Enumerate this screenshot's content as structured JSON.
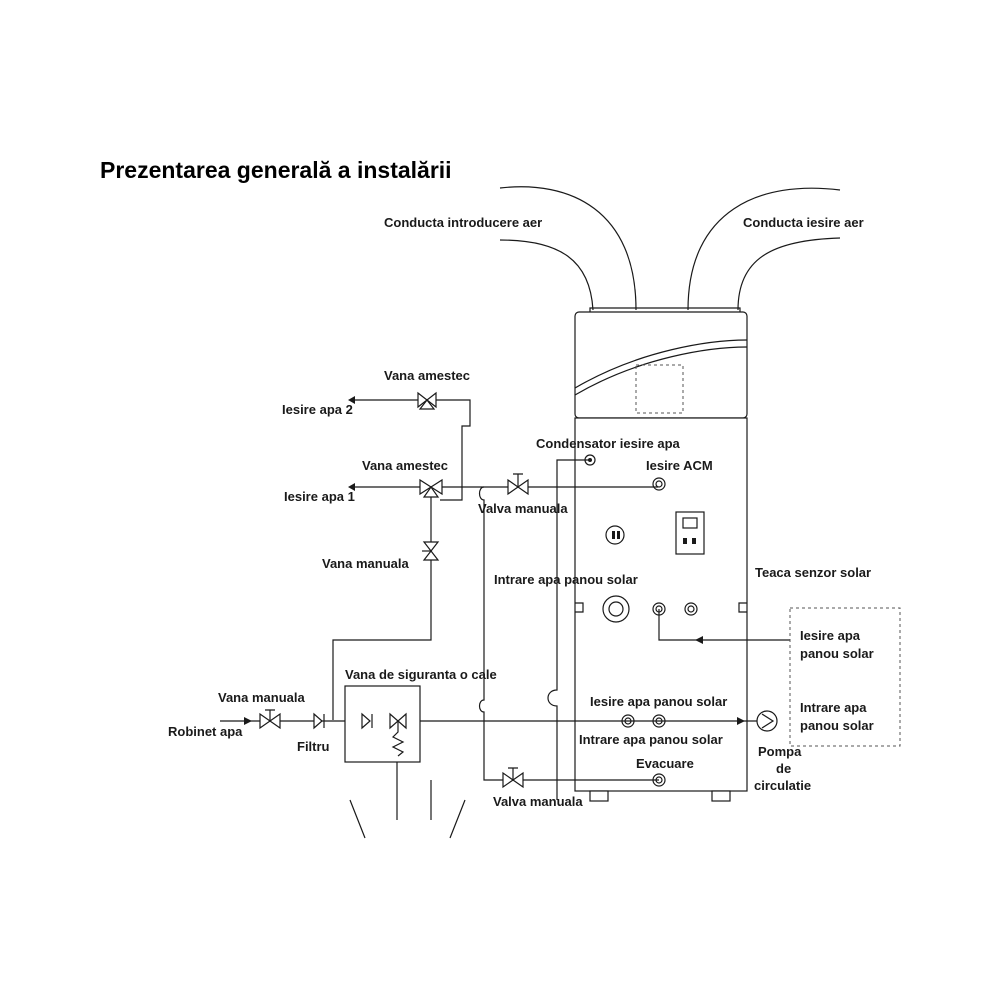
{
  "title": "Prezentarea generală a instalării",
  "labels": {
    "air_in_duct": "Conducta introducere aer",
    "air_out_duct": "Conducta iesire aer",
    "mix_valve_top": "Vana amestec",
    "water_out_2": "Iesire apa 2",
    "condenser_out": "Condensator iesire apa",
    "mix_valve_mid": "Vana amestec",
    "acm_out": "Iesire ACM",
    "water_out_1": "Iesire apa 1",
    "manual_valve_1": "Valva manuala",
    "manual_valve_left": "Vana manuala",
    "solar_in_upper": "Intrare apa panou solar",
    "solar_sensor": "Teaca senzor solar",
    "solar_panel_out_right_1": "Iesire apa",
    "solar_panel_out_right_2": "panou solar",
    "safety_valve": "Vana de siguranta o cale",
    "manual_valve_bottom": "Vana manuala",
    "tap": "Robinet apa",
    "filter": "Filtru",
    "solar_out_lower": "Iesire apa panou solar",
    "solar_in_lower": "Intrare apa panou solar",
    "solar_panel_in_right_1": "Intrare apa",
    "solar_panel_in_right_2": "panou solar",
    "drain": "Evacuare",
    "manual_valve_2": "Valva manuala",
    "pump_1": "Pompa",
    "pump_2": "de",
    "pump_3": "circulatie"
  }
}
